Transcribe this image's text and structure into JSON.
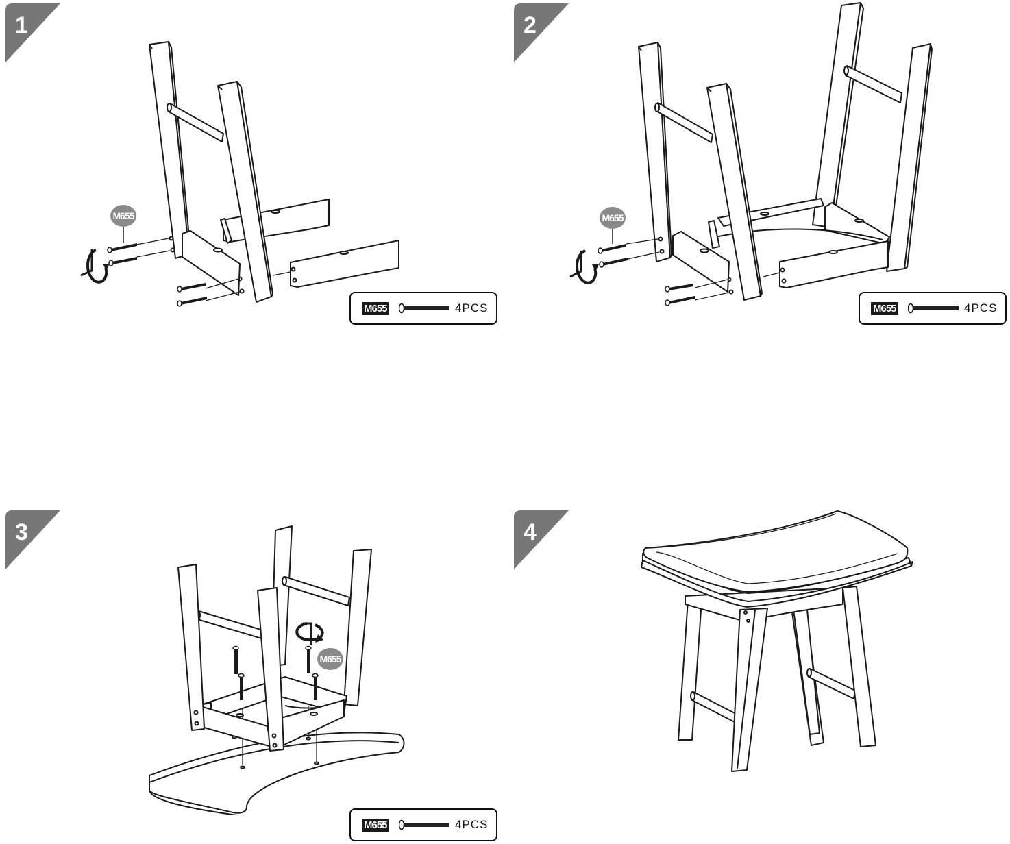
{
  "steps": [
    {
      "number": "1",
      "part": {
        "code": "M655",
        "qty": "4PCS"
      },
      "callout": "M655"
    },
    {
      "number": "2",
      "part": {
        "code": "M655",
        "qty": "4PCS"
      },
      "callout": "M655"
    },
    {
      "number": "3",
      "part": {
        "code": "M655",
        "qty": "4PCS"
      },
      "callout": "M655"
    },
    {
      "number": "4"
    }
  ],
  "colors": {
    "badge": "#777777",
    "line": "#1a1a1a",
    "callout": "#8a8a8a"
  },
  "icons": [
    "hex-key-icon",
    "rotate-arrow-icon",
    "screw-icon"
  ]
}
